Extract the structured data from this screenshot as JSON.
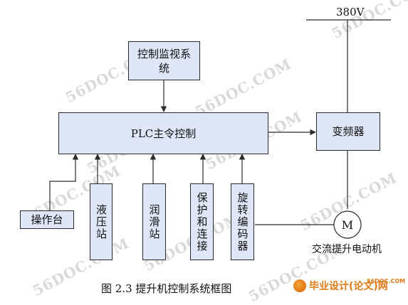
{
  "diagram": {
    "boxes": {
      "monitor": "控制监视系统",
      "plc": "PLC主令控制",
      "inverter": "变频器",
      "console": "操作台",
      "hydraulic": "液压站",
      "lube": "润滑站",
      "protect": "保护和连接",
      "encoder": "旋转编码器"
    },
    "power_label": "380V",
    "motor_symbol": "M",
    "motor_label": "交流提升电动机",
    "caption": "图 2.3  提升机控制系统框图"
  },
  "watermark": {
    "text": "56DOC.COM"
  },
  "logo": {
    "text": "毕业设计(论文)网",
    "small": "56DOC.COM"
  },
  "colors": {
    "box_fill": "#dfe6f7",
    "line": "#2a2a2a",
    "logo": "#e07a16"
  }
}
